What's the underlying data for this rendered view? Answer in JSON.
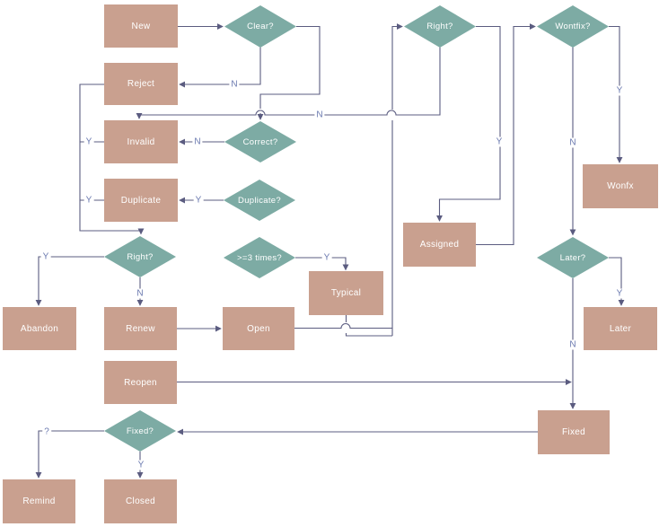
{
  "diagram": {
    "colors": {
      "state_fill": "#c9a08f",
      "decision_fill": "#7daba4",
      "shape_text": "#ffffff",
      "line": "#5b5c80",
      "edge_label_text": "#6b7ab0",
      "background": "#ffffff"
    },
    "nodes": [
      {
        "id": "new",
        "type": "state",
        "label": "New"
      },
      {
        "id": "reject",
        "type": "state",
        "label": "Reject"
      },
      {
        "id": "invalid",
        "type": "state",
        "label": "Invalid"
      },
      {
        "id": "duplicate",
        "type": "state",
        "label": "Duplicate"
      },
      {
        "id": "abandon",
        "type": "state",
        "label": "Abandon"
      },
      {
        "id": "renew",
        "type": "state",
        "label": "Renew"
      },
      {
        "id": "open",
        "type": "state",
        "label": "Open"
      },
      {
        "id": "typical",
        "type": "state",
        "label": "Typical"
      },
      {
        "id": "assigned",
        "type": "state",
        "label": "Assigned"
      },
      {
        "id": "wonfx",
        "type": "state",
        "label": "Wonfx"
      },
      {
        "id": "later-box",
        "type": "state",
        "label": "Later"
      },
      {
        "id": "reopen",
        "type": "state",
        "label": "Reopen"
      },
      {
        "id": "fixed-box",
        "type": "state",
        "label": "Fixed"
      },
      {
        "id": "remind",
        "type": "state",
        "label": "Remind"
      },
      {
        "id": "closed",
        "type": "state",
        "label": "Closed"
      },
      {
        "id": "clear-q",
        "type": "decision",
        "label": "Clear?"
      },
      {
        "id": "right-q-top",
        "type": "decision",
        "label": "Right?"
      },
      {
        "id": "wontfix-q",
        "type": "decision",
        "label": "Wontfix?"
      },
      {
        "id": "correct-q",
        "type": "decision",
        "label": "Correct?"
      },
      {
        "id": "duplicate-q",
        "type": "decision",
        "label": "Duplicate?"
      },
      {
        "id": "right-q-lower",
        "type": "decision",
        "label": "Right?"
      },
      {
        "id": "times3-q",
        "type": "decision",
        "label": ">=3 times?"
      },
      {
        "id": "later-q",
        "type": "decision",
        "label": "Later?"
      },
      {
        "id": "fixed-q",
        "type": "decision",
        "label": "Fixed?"
      }
    ],
    "edge_labels": [
      {
        "text": "N"
      },
      {
        "text": "N"
      },
      {
        "text": "Y"
      },
      {
        "text": "N"
      },
      {
        "text": "Y"
      },
      {
        "text": "Y"
      },
      {
        "text": "Y"
      },
      {
        "text": "N"
      },
      {
        "text": "Y"
      },
      {
        "text": "Y"
      },
      {
        "text": "Y"
      },
      {
        "text": "N"
      },
      {
        "text": "Y"
      },
      {
        "text": "N"
      },
      {
        "text": "Y"
      },
      {
        "text": "?"
      }
    ]
  }
}
